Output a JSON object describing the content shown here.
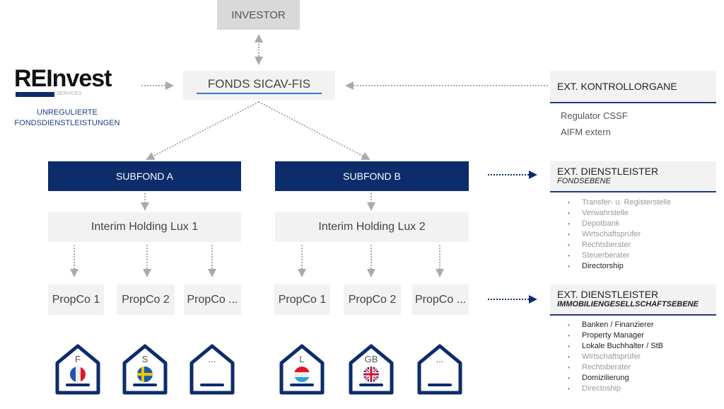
{
  "investor": "INVESTOR",
  "fonds": "FONDS SICAV-FIS",
  "logo": {
    "name": "REInvest",
    "sub": "SERVICES"
  },
  "unreg": [
    "UNREGULIERTE",
    "FONDSDIENSTLEISTUNGEN"
  ],
  "kontroll": {
    "title": "EXT. KONTROLLORGANE",
    "items": [
      "Regulator CSSF",
      "AIFM extern"
    ]
  },
  "subfonds": [
    "SUBFOND A",
    "SUBFOND B"
  ],
  "holdings": [
    "Interim Holding Lux 1",
    "Interim Holding Lux 2"
  ],
  "propcos": [
    "PropCo 1",
    "PropCo 2",
    "PropCo ...",
    "PropCo 1",
    "PropCo 2",
    "PropCo ..."
  ],
  "houses": [
    "F",
    "S",
    "...",
    "L",
    "GB",
    "..."
  ],
  "fondsebene": {
    "title": "EXT. DIENSTLEISTER",
    "subtitle": "FONDSEBENE",
    "items": [
      "Transfer- u. Registerstelle",
      "Verwahrstelle",
      "Depotbank",
      "Wirtschaftsprüfer",
      "Rechtsberater",
      "Steuerberater",
      "Directorship"
    ]
  },
  "immo": {
    "title": "EXT. DIENSTLEISTER",
    "subtitle": "IMMOBILIENGESELLSCHAFTSEBENE",
    "items": [
      "Banken / Finanzierer",
      "Property Manager",
      "Lokale Buchhalter / StB",
      "Wirtschaftsprüfer",
      "Rechtsberater",
      "Domizilierung",
      "Directoship"
    ]
  },
  "colors": {
    "navy": "#0d2c6b",
    "gray": "#f2f2f2"
  }
}
